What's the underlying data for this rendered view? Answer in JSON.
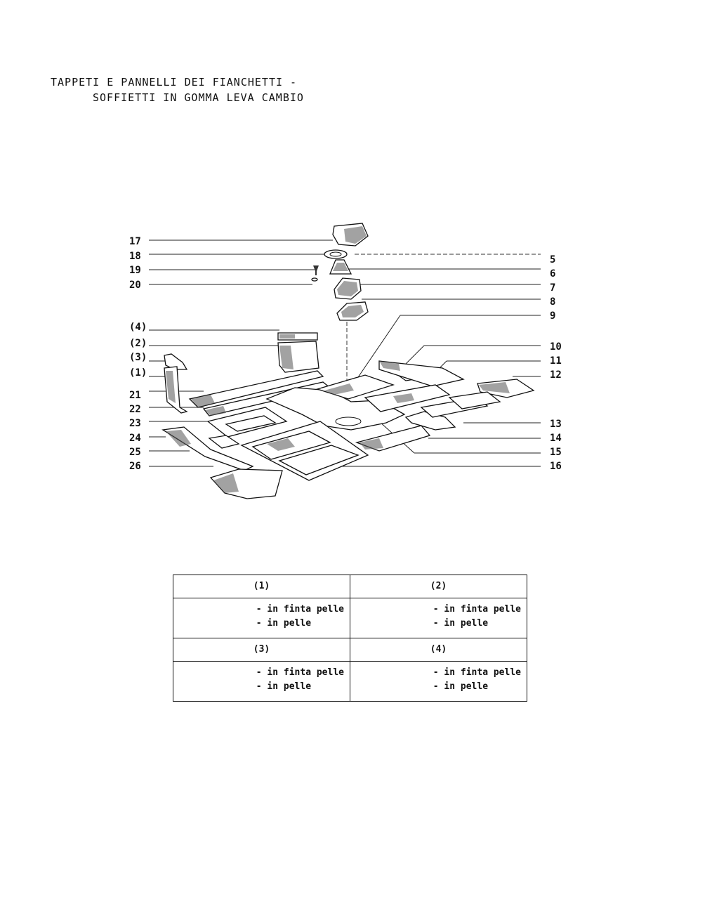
{
  "title": {
    "line1": "TAPPETI E PANNELLI DEI FIANCHETTI -",
    "line2": "SOFFIETTI IN GOMMA LEVA CAMBIO"
  },
  "diagram": {
    "left_labels": [
      "17",
      "18",
      "19",
      "20",
      "(4)",
      "(2)",
      "(3)",
      "(1)",
      "21",
      "22",
      "23",
      "24",
      "25",
      "26"
    ],
    "right_labels": [
      "5",
      "6",
      "7",
      "8",
      "9",
      "10",
      "11",
      "12",
      "13",
      "14",
      "15",
      "16"
    ]
  },
  "legend": [
    {
      "head": "(1)",
      "options": [
        "- in finta pelle",
        "- in pelle"
      ]
    },
    {
      "head": "(2)",
      "options": [
        "- in finta pelle",
        "- in pelle"
      ]
    },
    {
      "head": "(3)",
      "options": [
        "- in finta pelle",
        "- in pelle"
      ]
    },
    {
      "head": "(4)",
      "options": [
        "- in finta pelle",
        "- in pelle"
      ]
    }
  ]
}
